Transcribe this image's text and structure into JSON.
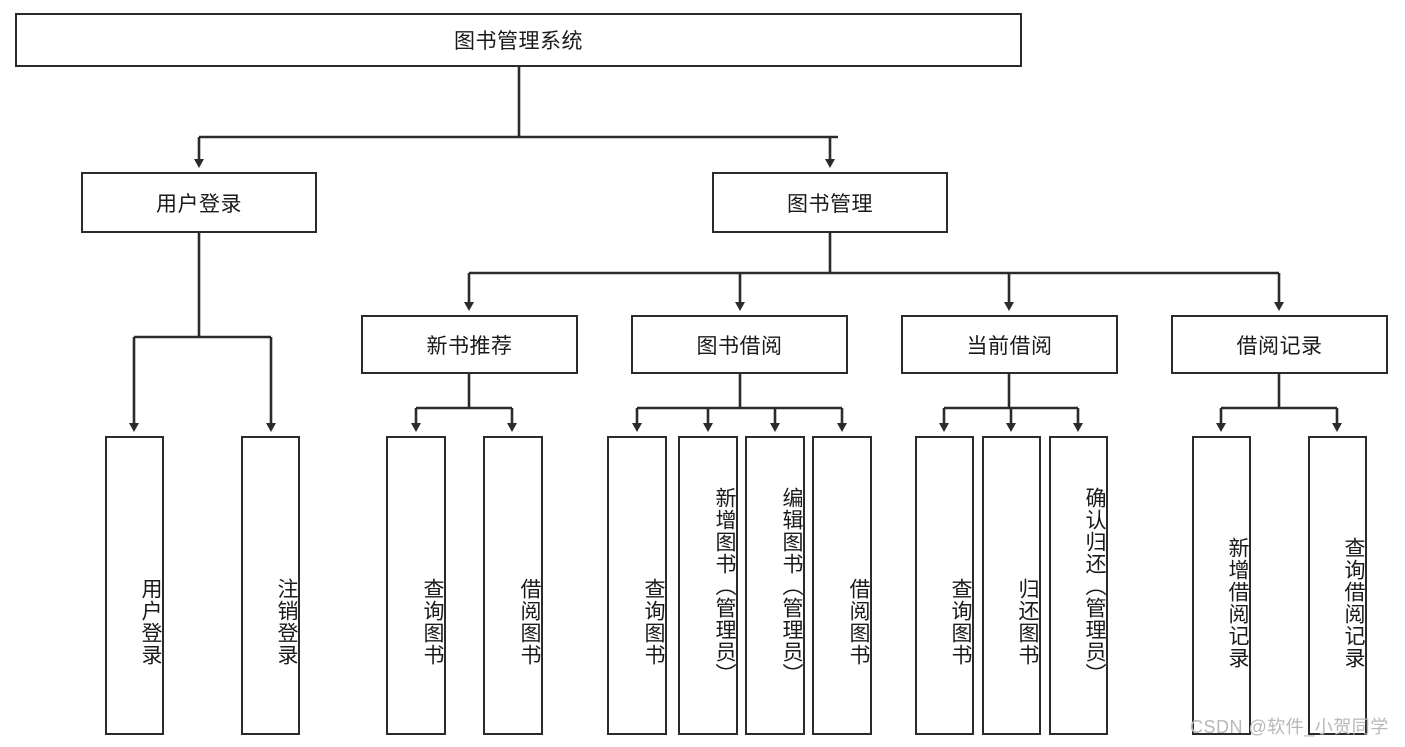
{
  "diagram": {
    "type": "hierarchy-tree",
    "title": "图书管理系统",
    "background": "#ffffff",
    "line_color": "#2b2b2b",
    "text_color": "#1a1a1a",
    "watermark": "CSDN @软件_小贺同学",
    "levels": {
      "root": "图书管理系统",
      "level2": [
        "用户登录",
        "图书管理"
      ],
      "level3": [
        "新书推荐",
        "图书借阅",
        "当前借阅",
        "借阅记录"
      ]
    },
    "nodes": {
      "root": {
        "label": "图书管理系统"
      },
      "user_login": {
        "label": "用户登录"
      },
      "book_manage": {
        "label": "图书管理"
      },
      "new_book_rec": {
        "label": "新书推荐"
      },
      "book_borrow": {
        "label": "图书借阅"
      },
      "current_borrow": {
        "label": "当前借阅"
      },
      "borrow_record": {
        "label": "借阅记录"
      },
      "leaf_user_login": {
        "label": "用户登录"
      },
      "leaf_logout": {
        "label": "注销登录"
      },
      "leaf_query_book_1": {
        "label": "查询图书"
      },
      "leaf_borrow_book_1": {
        "label": "借阅图书"
      },
      "leaf_query_book_2": {
        "label": "查询图书"
      },
      "leaf_add_book": {
        "label": "新增图书（管理员）"
      },
      "leaf_edit_book": {
        "label": "编辑图书（管理员）"
      },
      "leaf_borrow_book_2": {
        "label": "借阅图书"
      },
      "leaf_query_book_3": {
        "label": "查询图书"
      },
      "leaf_return_book": {
        "label": "归还图书"
      },
      "leaf_confirm_return": {
        "label": "确认归还（管理员）"
      },
      "leaf_add_record": {
        "label": "新增借阅记录"
      },
      "leaf_query_record": {
        "label": "查询借阅记录"
      }
    }
  }
}
